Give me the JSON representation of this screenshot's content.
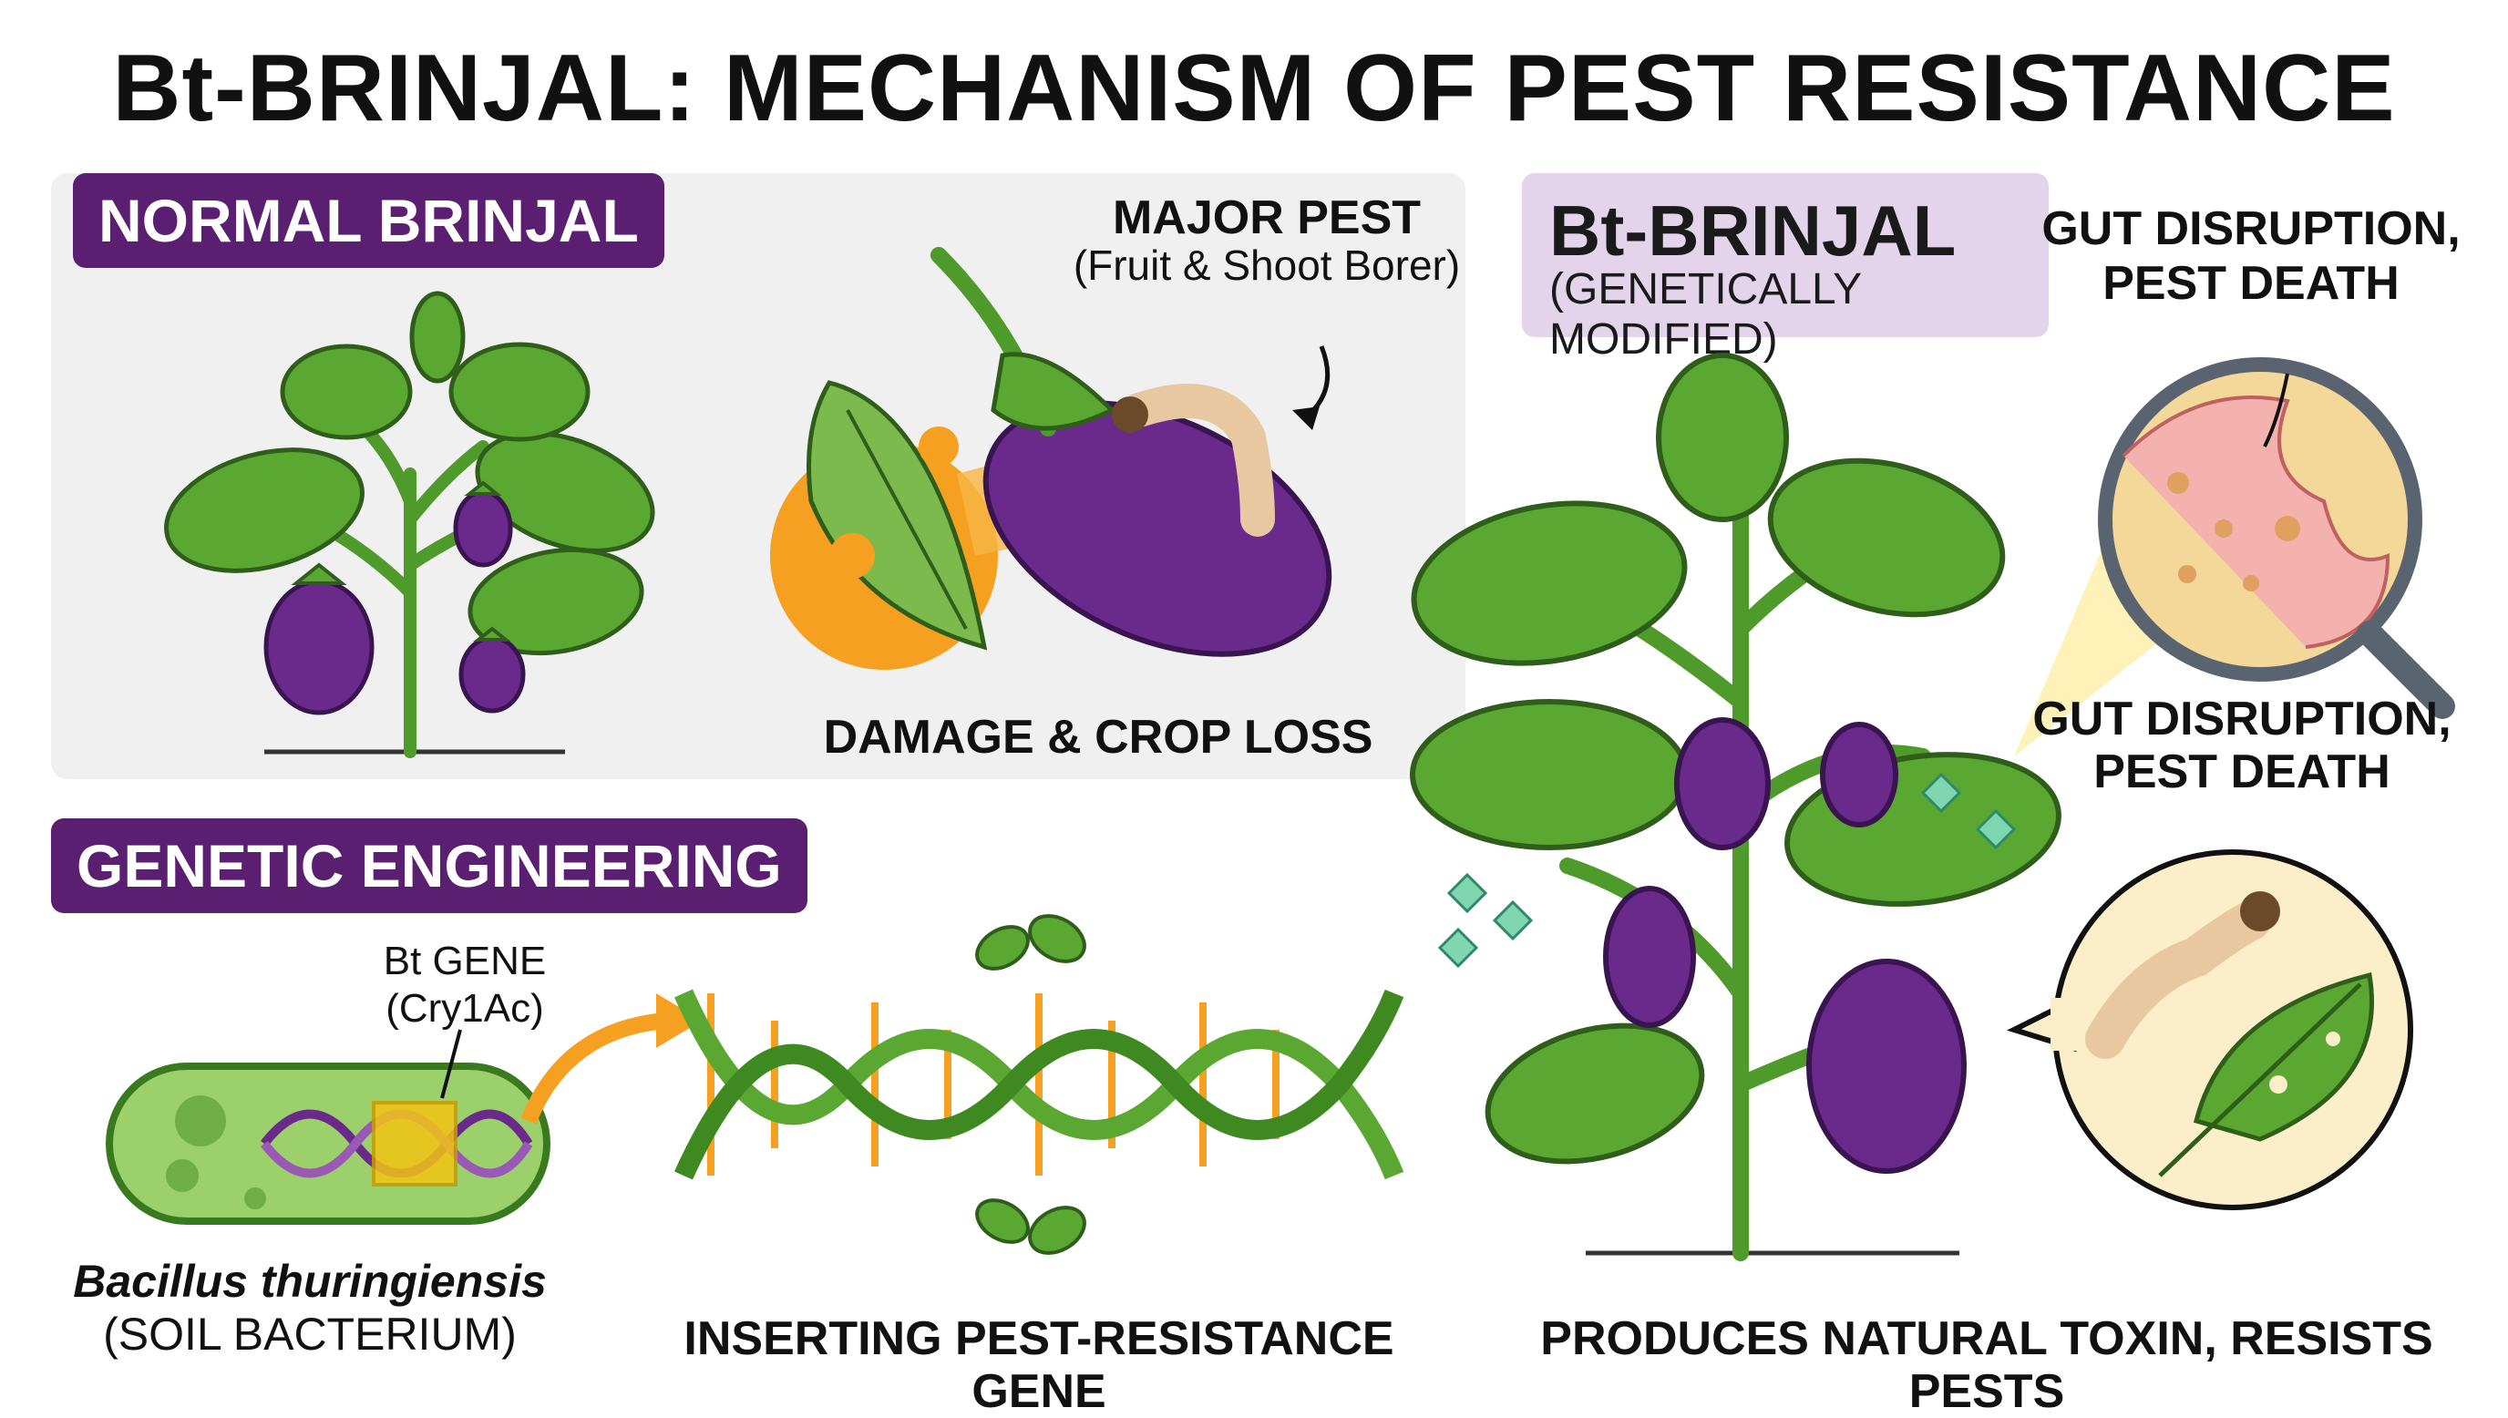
{
  "title": "Bt-BRINJAL: MECHANISM OF PEST RESISTANCE",
  "normal": {
    "heading": "NORMAL BRINJAL",
    "pest_label_line1": "MAJOR PEST",
    "pest_label_line2": "(Fruit & Shoot Borer)",
    "damage_label": "DAMAGE & CROP LOSS"
  },
  "genetic": {
    "heading": "GENETIC ENGINEERING",
    "gene_line1": "Bt GENE",
    "gene_line2": "(Cry1Ac)",
    "bacterium_line1": "Bacillus thuringiensis",
    "bacterium_line2": "(SOIL BACTERIUM)",
    "insert_label": "INSERTING PEST-RESISTANCE GENE"
  },
  "bt": {
    "heading": "Bt-BRINJAL",
    "subheading": "(GENETICALLY MODIFIED)",
    "gut_label_top_line1": "GUT DISRUPTION,",
    "gut_label_top_line2": "PEST DEATH",
    "gut_label_mid_line1": "GUT DISRUPTION,",
    "gut_label_mid_line2": "PEST DEATH",
    "toxin_label": "PRODUCES NATURAL TOXIN, RESISTS PESTS"
  },
  "colors": {
    "purple_tag": "#5b1f72",
    "lavender_tag": "#e3d4ec",
    "leaf_green": "#5aa832",
    "eggplant_purple": "#6a2a8c",
    "arrow_orange": "#f5a020",
    "crystal_teal": "#7fd6b0"
  }
}
